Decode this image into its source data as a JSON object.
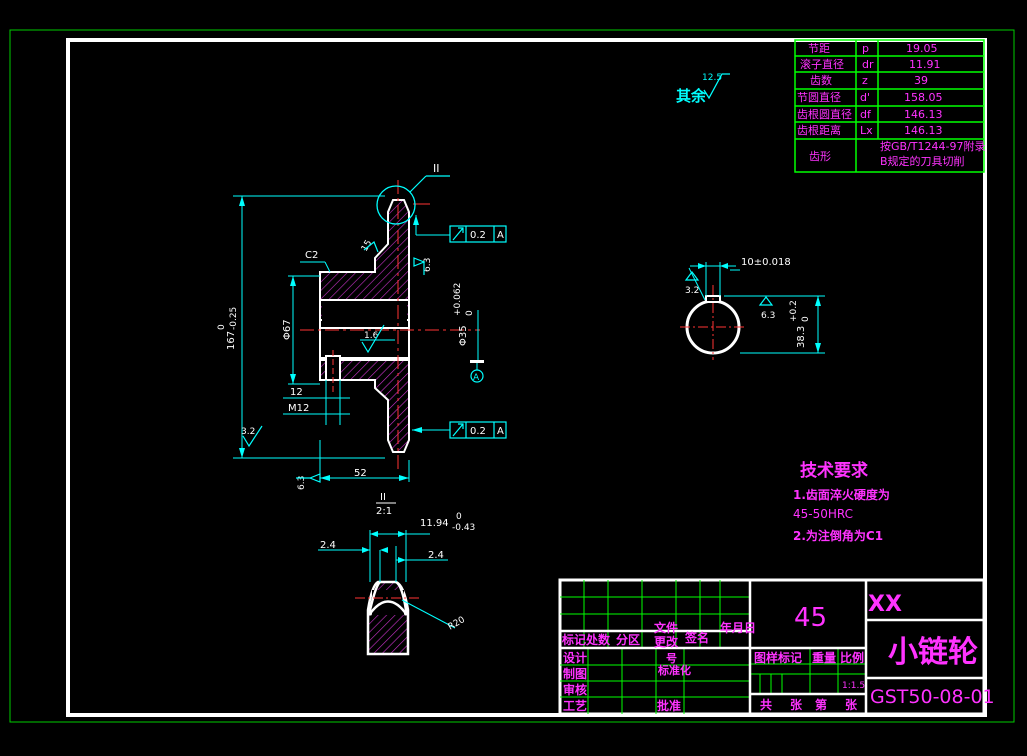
{
  "colors": {
    "frame": "#ffffff",
    "border": "#00cc00",
    "line": "#00ff00",
    "dim": "#00ffff",
    "center": "#ff3333",
    "text": "#ff33ff",
    "hatch": "#cc33cc"
  },
  "roughness_note": {
    "prefix": "其余",
    "value": "12.5"
  },
  "params_table": [
    {
      "name": "节距",
      "symbol": "p",
      "value": "19.05"
    },
    {
      "name": "滚子直径",
      "symbol": "dr",
      "value": "11.91"
    },
    {
      "name": "齿数",
      "symbol": "z",
      "value": "39"
    },
    {
      "name": "节圆直径",
      "symbol": "d'",
      "value": "158.05"
    },
    {
      "name": "齿根圆直径",
      "symbol": "df",
      "value": "146.13"
    },
    {
      "name": "齿根距离",
      "symbol": "Lx",
      "value": "146.13"
    },
    {
      "name": "齿形",
      "symbol": "",
      "value": "按GB/T1244-97附录",
      "value2": "B规定的刀具切削"
    }
  ],
  "main_view": {
    "detail_mark": "II",
    "chamfer": "C2",
    "angle": "15",
    "roughness_right": "6.3",
    "roughness_bore": "1.6",
    "roughness_left": "3.2",
    "roughness_bottom": "6.3",
    "runout_top": {
      "tol": "0.2",
      "datum": "A"
    },
    "runout_bottom": {
      "tol": "0.2",
      "datum": "A"
    },
    "bore_dim": "Φ67",
    "hub_dim": "Φ35",
    "hub_tol_upper": "+0.062",
    "hub_tol_lower": "0",
    "outer_dim": "167",
    "outer_tol_upper": "0",
    "outer_tol_lower": "-0.25",
    "dim_12": "12",
    "thread": "M12",
    "width_52": "52",
    "datum_label": "A"
  },
  "section_view": {
    "key_width": "10±0.018",
    "key_depth": "38.3",
    "key_tol_upper": "+0.2",
    "key_tol_lower": "0",
    "roughness_top": "3.2",
    "roughness_side": "6.3"
  },
  "detail_view": {
    "label": "II",
    "scale": "2:1",
    "tooth_width": "11.94",
    "tooth_tol_upper": "0",
    "tooth_tol_lower": "-0.43",
    "chamfer_left": "2.4",
    "chamfer_right": "2.4",
    "radius": "R20"
  },
  "requirements": {
    "title": "技术要求",
    "item1": "1.齿面淬火硬度为",
    "item1b": "45-50HRC",
    "item2": "2.为注倒角为C1"
  },
  "title_block": {
    "material": "45",
    "company": "XX",
    "part_name": "小链轮",
    "drawing_no": "GST50-08-01",
    "scale_value": "1:1.5",
    "row_labels": [
      "标记",
      "处数",
      "分区",
      "文件",
      "更改",
      "签名",
      "年月日"
    ],
    "doc_word2": "号",
    "role_design": "设计",
    "role_draw": "制图",
    "role_review": "审核",
    "role_process": "工艺",
    "standard_word": "标准化",
    "approve_word": "批准",
    "stage_mark": "图样标记",
    "weight": "重量",
    "ratio": "比例",
    "sheet_total": "共",
    "sheet_word": "张",
    "sheet_no": "第",
    "sheet_word2": "张"
  }
}
